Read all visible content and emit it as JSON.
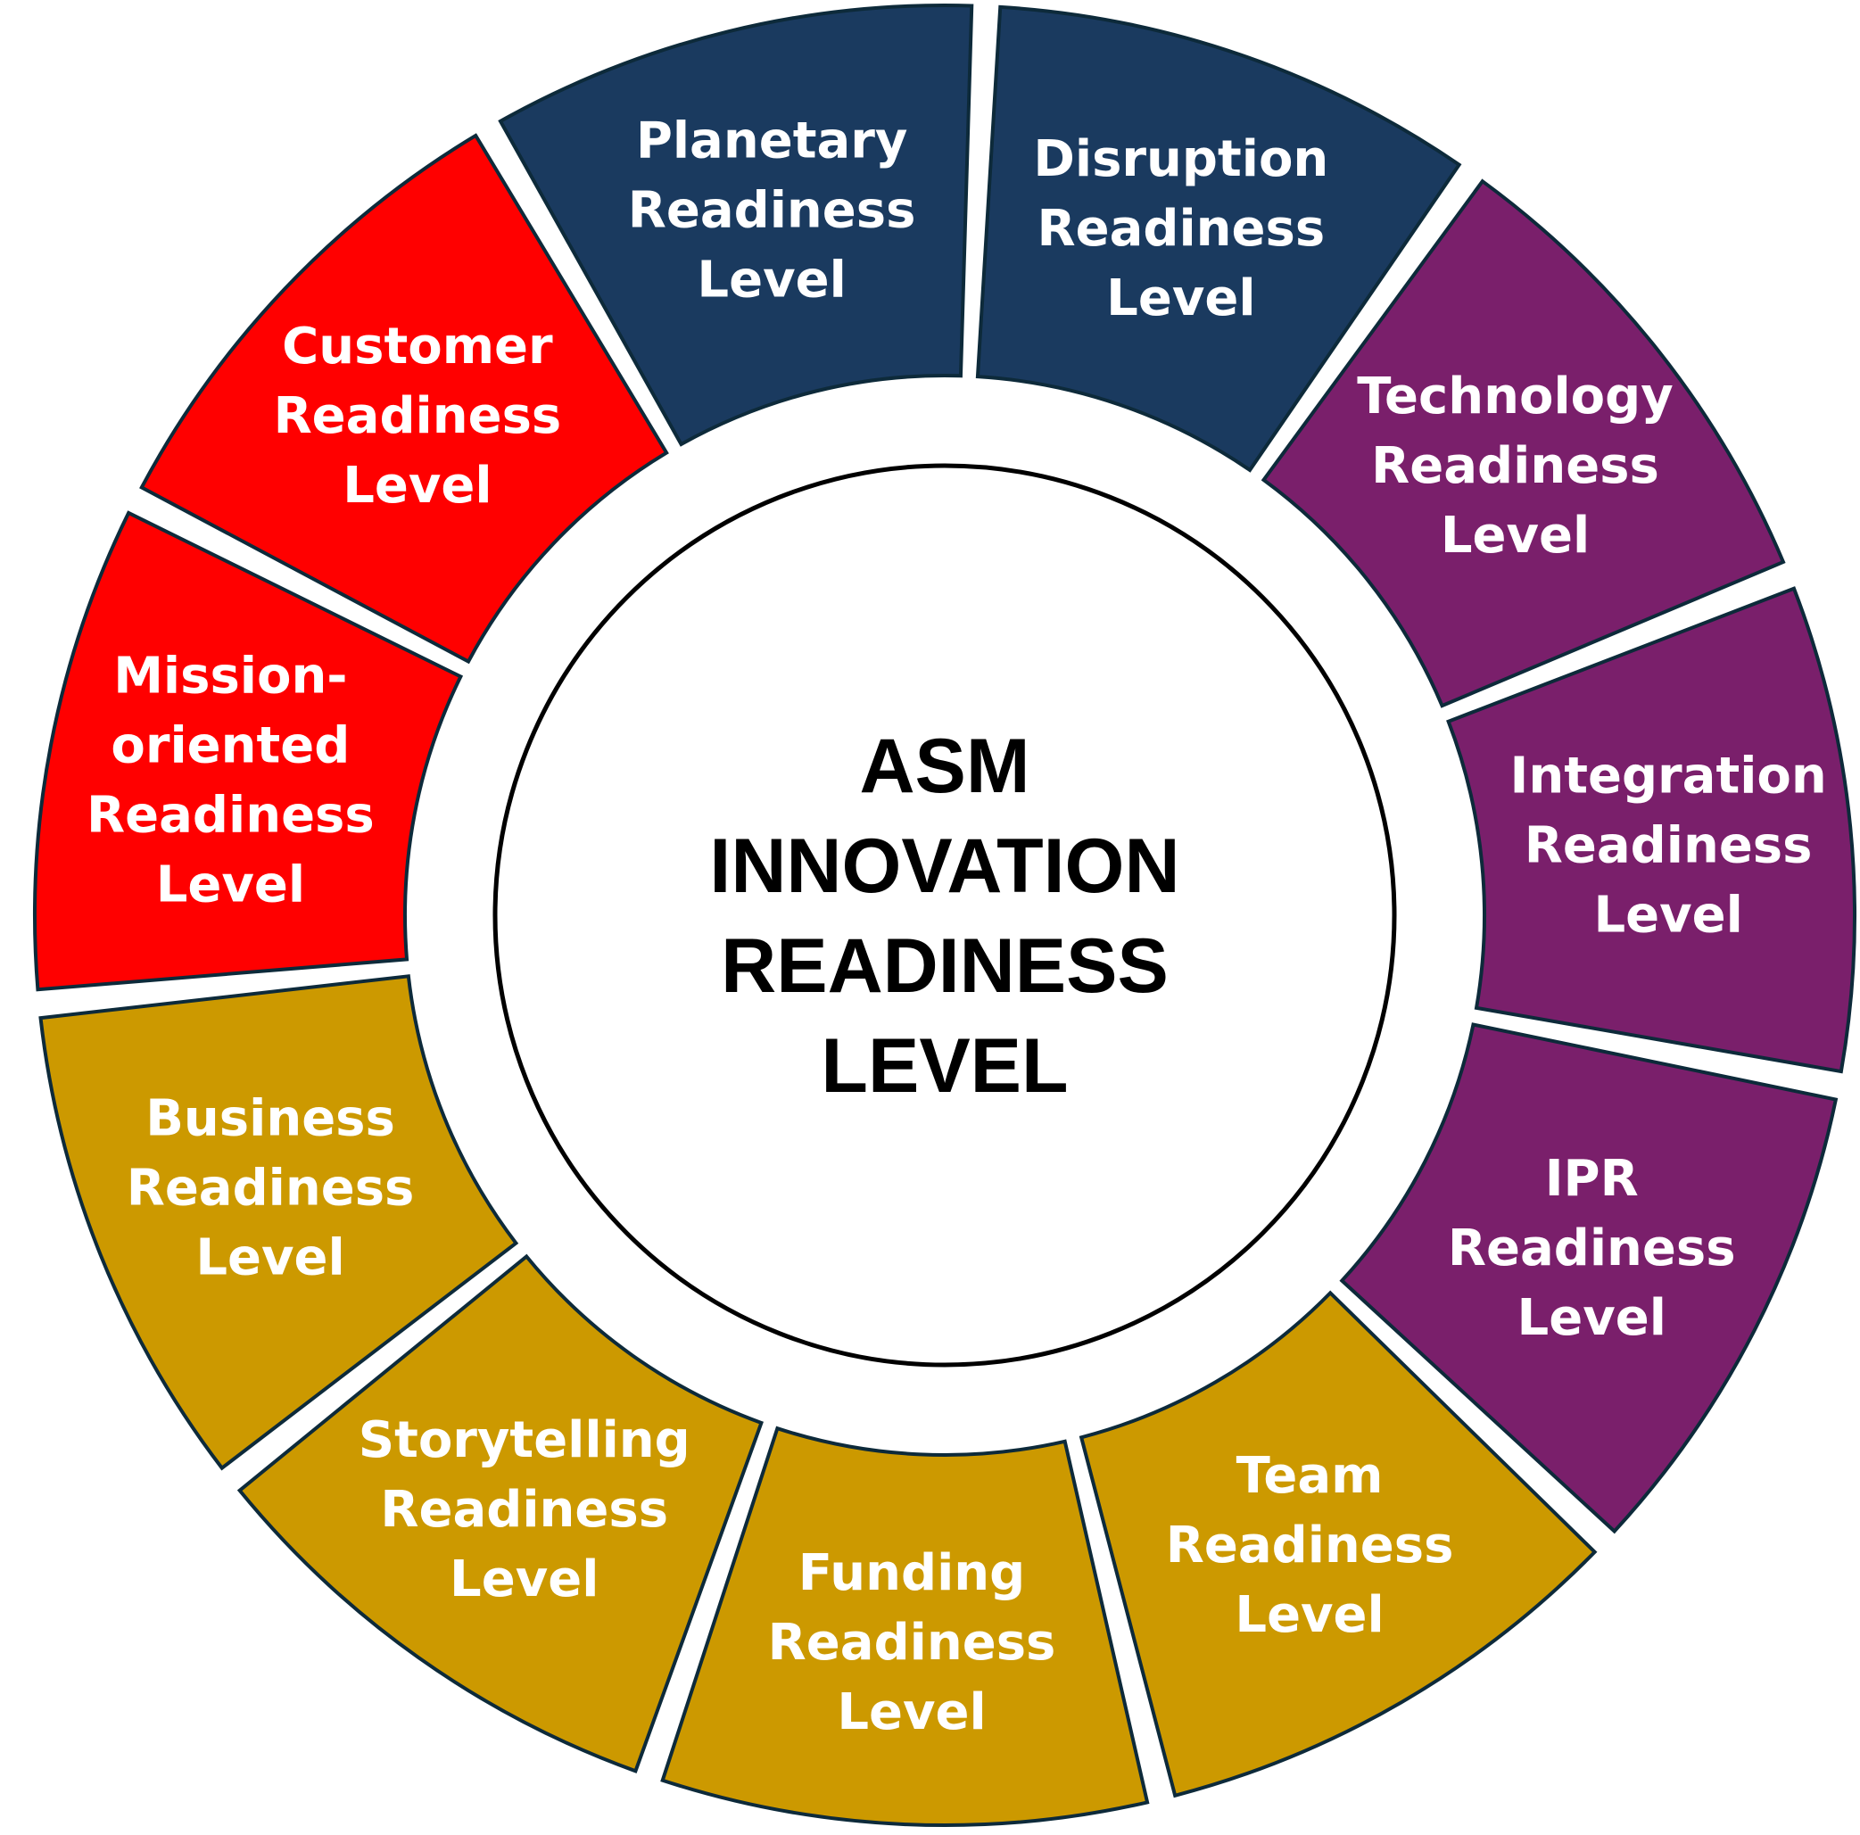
{
  "title_lines": [
    "ASM",
    "INNOVATION",
    "READINESS",
    "LEVEL"
  ],
  "colors": {
    "navy": "#1a3a5f",
    "purple": "#7a1f6b",
    "red": "#ff0000",
    "gold": "#cc9900",
    "border": "#0d2a3a"
  },
  "segments": [
    {
      "lines": [
        "Planetary",
        "Readiness",
        "Level"
      ],
      "color": "navy"
    },
    {
      "lines": [
        "Disruption",
        "Readiness",
        "Level"
      ],
      "color": "navy"
    },
    {
      "lines": [
        "Technology",
        "Readiness",
        "Level"
      ],
      "color": "purple"
    },
    {
      "lines": [
        "Integration",
        "Readiness",
        "Level"
      ],
      "color": "purple"
    },
    {
      "lines": [
        "IPR",
        "Readiness",
        "Level"
      ],
      "color": "purple"
    },
    {
      "lines": [
        "Team",
        "Readiness",
        "Level"
      ],
      "color": "gold"
    },
    {
      "lines": [
        "Funding",
        "Readiness",
        "Level"
      ],
      "color": "gold"
    },
    {
      "lines": [
        "Storytelling",
        "Readiness",
        "Level"
      ],
      "color": "gold"
    },
    {
      "lines": [
        "Business",
        "Readiness",
        "Level"
      ],
      "color": "gold"
    },
    {
      "lines": [
        "Mission-",
        "oriented",
        "Readiness",
        "Level"
      ],
      "color": "red"
    },
    {
      "lines": [
        "Customer",
        "Readiness",
        "Level"
      ],
      "color": "red"
    }
  ]
}
